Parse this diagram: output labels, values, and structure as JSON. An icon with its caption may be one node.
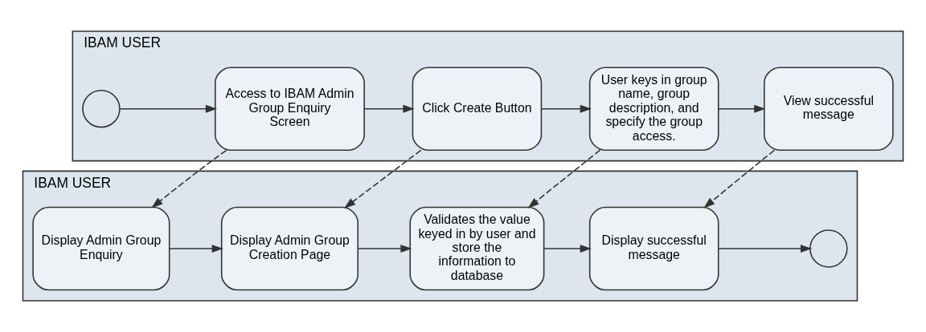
{
  "diagram": {
    "nodes": [
      {
        "text": [
          "IBAM USER"
        ]
      },
      {
        "text": [],
        "shape": "circle",
        "in": 0
      },
      {
        "text": [
          "Access to IBAM Admin Group Enquiry  Screen"
        ],
        "in": 0
      },
      {
        "text": [
          "Click Create Button"
        ],
        "in": 0
      },
      {
        "text": [
          "User keys in group name, group description, and specify the group access."
        ],
        "in": 0
      },
      {
        "text": [
          "View successful message"
        ],
        "in": 0
      },
      {
        "text": [
          "IBAM USER"
        ]
      },
      {
        "text": [
          "Display Admin Group Enquiry"
        ],
        "in": 6
      },
      {
        "text": [
          "Display Admin Group Creation Page"
        ],
        "in": 6
      },
      {
        "text": [
          "Validates the value keyed in by user and store the information to database"
        ],
        "in": 6
      },
      {
        "text": [
          "Display successful message"
        ],
        "in": 6
      },
      {
        "text": [],
        "shape": "circle",
        "in": 6
      }
    ],
    "edges": [
      {
        "from": 1,
        "to": 2,
        "arrow": "to"
      },
      {
        "from": 2,
        "to": 3,
        "arrow": "to"
      },
      {
        "from": 3,
        "to": 4,
        "arrow": "to"
      },
      {
        "from": 4,
        "to": 5,
        "arrow": "to"
      },
      {
        "from": 2,
        "to": 7,
        "arrow": "to",
        "style": "dashed"
      },
      {
        "from": 3,
        "to": 8,
        "arrow": "to",
        "style": "dashed"
      },
      {
        "from": 4,
        "to": 9,
        "arrow": "to",
        "style": "dashed"
      },
      {
        "from": 5,
        "to": 10,
        "arrow": "to",
        "style": "dashed"
      },
      {
        "from": 7,
        "to": 8,
        "arrow": "to"
      },
      {
        "from": 8,
        "to": 9,
        "arrow": "to"
      },
      {
        "from": 9,
        "to": 10,
        "arrow": "to"
      },
      {
        "from": 10,
        "to": 11,
        "arrow": "to"
      }
    ]
  }
}
